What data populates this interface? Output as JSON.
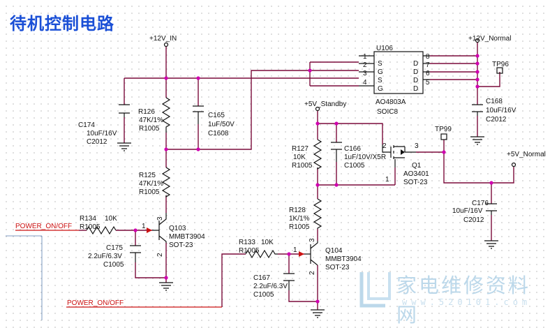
{
  "title": "待机控制电路",
  "nets": {
    "v12_in": "+12V_IN",
    "v12_normal": "+12V_Normal",
    "v5_standby": "+5V_Standby",
    "v5_normal": "+5V_Normal",
    "power_on_off_1": "POWER_ON/OFF",
    "power_on_off_2": "POWER_ON/OFF"
  },
  "testpoints": {
    "tp96": "TP96",
    "tp99": "TP99"
  },
  "components": {
    "u106": {
      "ref": "U106",
      "part": "AO4803A",
      "package": "SOIC8",
      "pins_left": [
        "1",
        "2",
        "3",
        "4"
      ],
      "pins_right": [
        "8",
        "7",
        "6",
        "5"
      ],
      "letters_left": [
        "S",
        "G",
        "S",
        "G"
      ],
      "letters_right": [
        "D",
        "D",
        "D",
        "D"
      ]
    },
    "c174": {
      "ref": "C174",
      "value": "10uF/16V",
      "package": "C2012"
    },
    "r126": {
      "ref": "R126",
      "value": "47K/1%",
      "package": "R1005"
    },
    "c165": {
      "ref": "C165",
      "value": "1uF/50V",
      "package": "C1608"
    },
    "r125": {
      "ref": "R125",
      "value": "47K/1%",
      "package": "R1005"
    },
    "r134": {
      "ref": "R134",
      "value": "10K",
      "package": "R1005"
    },
    "c175": {
      "ref": "C175",
      "value": "2.2uF/6.3V",
      "package": "C1005"
    },
    "q103": {
      "ref": "Q103",
      "part": "MMBT3904",
      "package": "SOT-23"
    },
    "r127": {
      "ref": "R127",
      "value": "10K",
      "package": "R1005"
    },
    "c166": {
      "ref": "C166",
      "value": "1uF/10V/X5R",
      "package": "C1005"
    },
    "q1": {
      "ref": "Q1",
      "part": "AO3401",
      "package": "SOT-23"
    },
    "r128": {
      "ref": "R128",
      "value": "1K/1%",
      "package": "R1005"
    },
    "r133": {
      "ref": "R133",
      "value": "10K",
      "package": "R1005"
    },
    "q104": {
      "ref": "Q104",
      "part": "MMBT3904",
      "package": "SOT-23"
    },
    "c167": {
      "ref": "C167",
      "value": "2.2uF/6.3V",
      "package": "C1005"
    },
    "c168": {
      "ref": "C168",
      "value": "10uF/16V",
      "package": "C2012"
    },
    "c176": {
      "ref": "C176",
      "value": "10uF/16V",
      "package": "C2012"
    }
  },
  "pin_numbers": {
    "p1": "1",
    "p2": "2",
    "p3": "3"
  },
  "watermark": {
    "text": "家电维修资料网",
    "url": "www.520101.com"
  },
  "colors": {
    "wire": "#7a0a3a",
    "junction": "#d000b0",
    "title": "#1a4fd6",
    "signal": "#cc1111"
  }
}
